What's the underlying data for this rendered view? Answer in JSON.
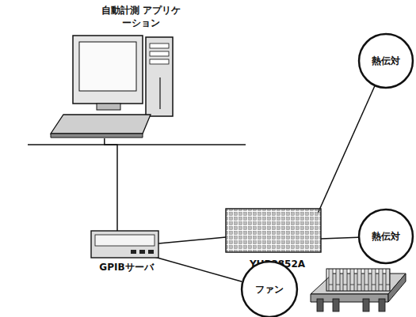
{
  "diagram": {
    "nodes": [
      {
        "text": [
          "自動計測 アプリケーション"
        ]
      },
      {
        "text": [
          "GPIBサーバ"
        ]
      },
      {
        "text": [
          "YHP3852A"
        ]
      },
      {
        "text": [
          "熱伝対"
        ]
      },
      {
        "text": [
          "熱伝対"
        ]
      },
      {
        "text": [
          "ファン"
        ]
      }
    ],
    "edges": [
      {
        "from": 0,
        "to": 1,
        "arrow": "none"
      },
      {
        "from": 1,
        "to": 2,
        "arrow": "none"
      },
      {
        "from": 1,
        "to": 5,
        "arrow": "none"
      },
      {
        "from": 2,
        "to": 3,
        "arrow": "none"
      },
      {
        "from": 2,
        "to": 4,
        "arrow": "none"
      }
    ]
  }
}
